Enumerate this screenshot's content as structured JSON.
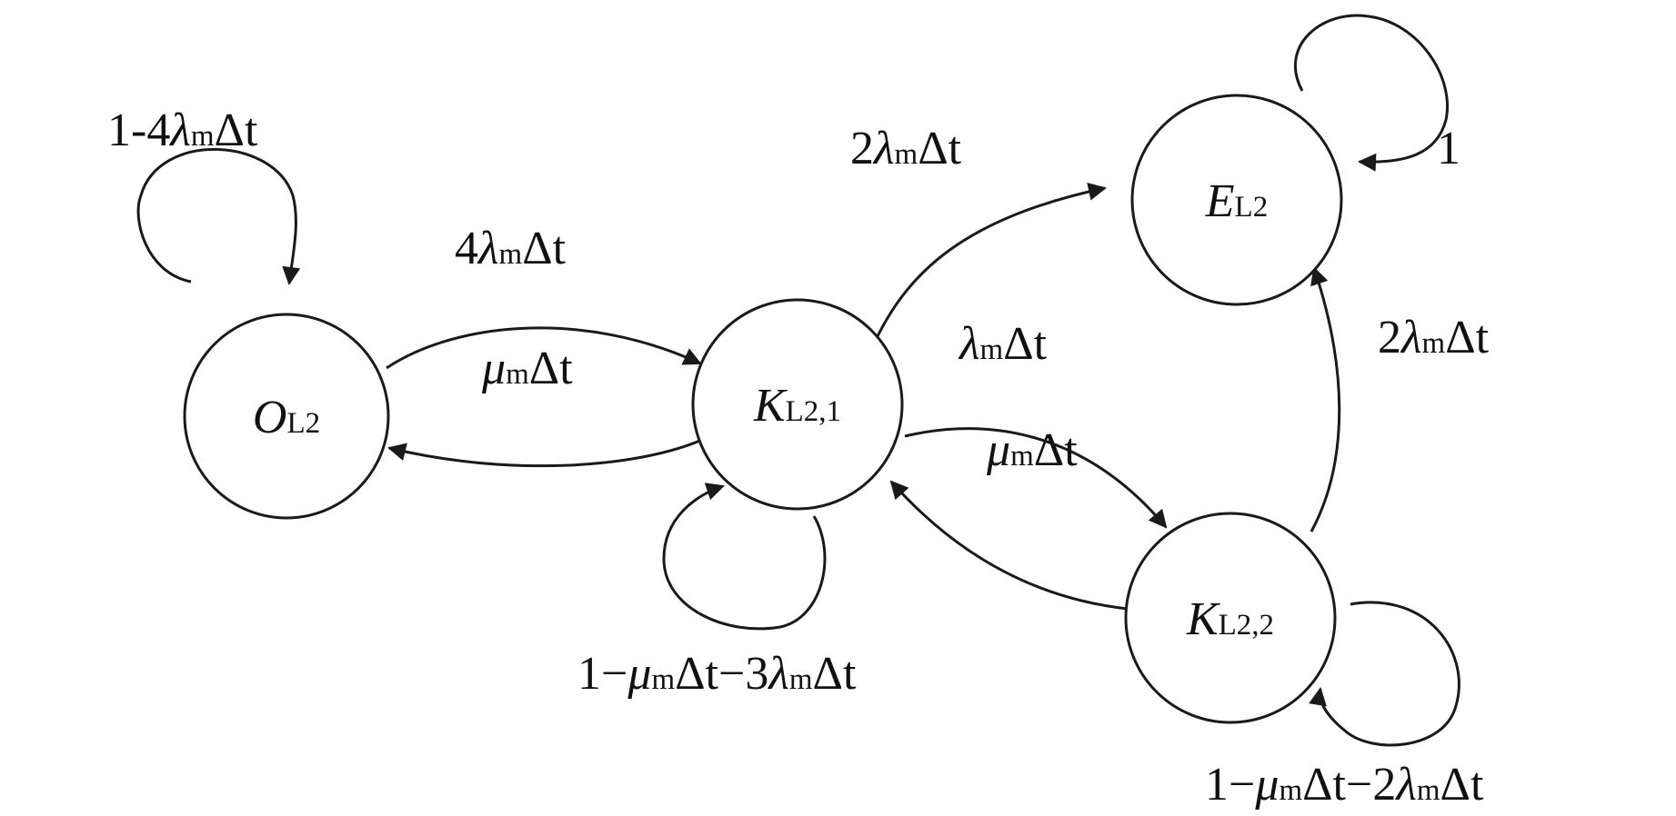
{
  "states": {
    "o_l2": {
      "main": "O",
      "sub": "L2"
    },
    "k_l21": {
      "main": "K",
      "sub": "L2,1"
    },
    "k_l22": {
      "main": "K",
      "sub": "L2,2"
    },
    "e_l2": {
      "main": "E",
      "sub": "L2"
    }
  },
  "symbols": {
    "lambda": "λ",
    "mu": "μ",
    "delta": "Δ",
    "t": "t",
    "m": "m"
  },
  "transitions": {
    "o_self": {
      "lead": "1-4",
      "rate": "λ",
      "sub": "m",
      "tail": "Δt"
    },
    "o_to_k1": {
      "lead": "4",
      "rate": "λ",
      "sub": "m",
      "tail": "Δt"
    },
    "k1_to_o": {
      "lead": "",
      "rate": "μ",
      "sub": "m",
      "tail": "Δt"
    },
    "k1_to_e": {
      "lead": "2",
      "rate": "λ",
      "sub": "m",
      "tail": "Δt"
    },
    "k1_to_k2": {
      "lead": "",
      "rate": "λ",
      "sub": "m",
      "tail": "Δt"
    },
    "k2_to_k1": {
      "lead": "",
      "rate": "μ",
      "sub": "m",
      "tail": "Δt"
    },
    "k2_to_e": {
      "lead": "2",
      "rate": "λ",
      "sub": "m",
      "tail": "Δt"
    },
    "e_self": {
      "text": "1"
    },
    "k1_self": {
      "p1": "1−",
      "r1": "μ",
      "s1": "m",
      "t1": "Δt",
      "p2": "−3",
      "r2": "λ",
      "s2": "m",
      "t2": "Δt"
    },
    "k2_self": {
      "p1": "1−",
      "r1": "μ",
      "s1": "m",
      "t1": "Δt",
      "p2": "−2",
      "r2": "λ",
      "s2": "m",
      "t2": "Δt"
    }
  }
}
